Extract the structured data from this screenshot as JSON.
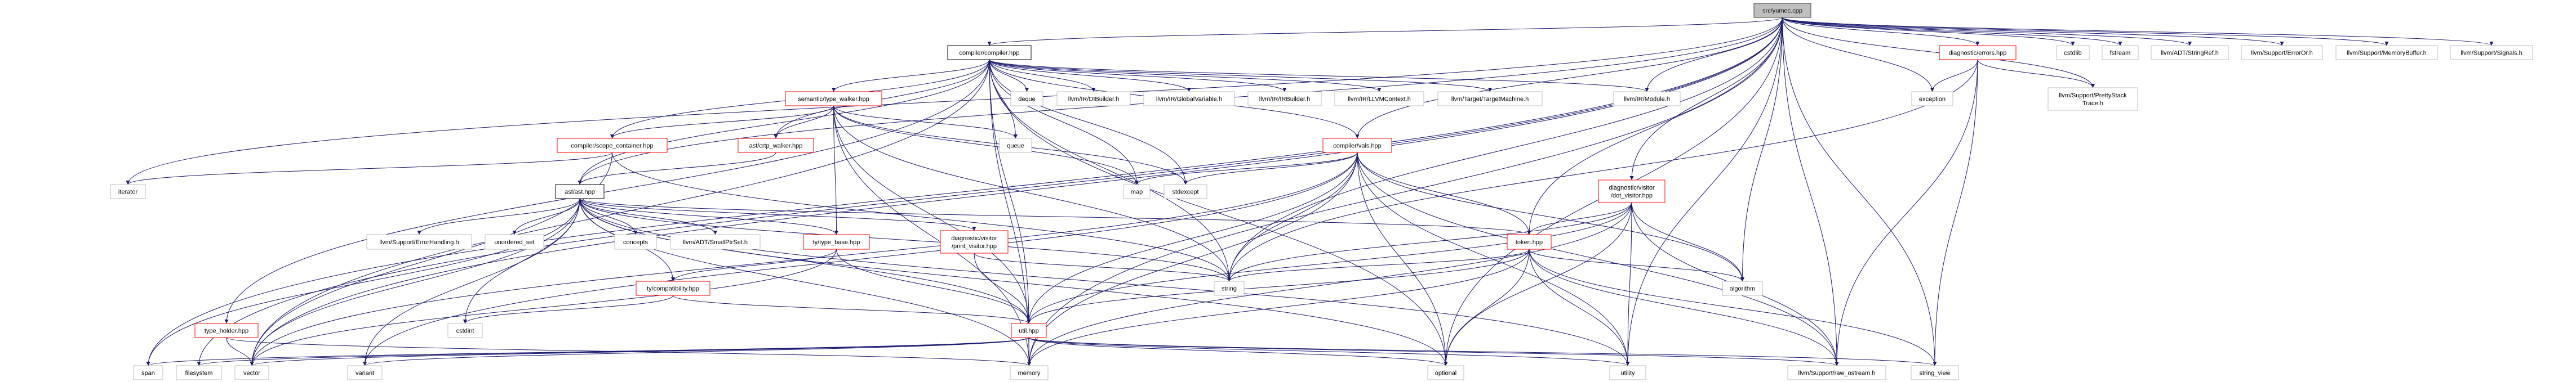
{
  "diagram": {
    "edge_color": "#191970",
    "nodes": [
      {
        "id": "yumec",
        "lines": [
          "src/yumec.cpp"
        ],
        "style": "root"
      },
      {
        "id": "compiler",
        "lines": [
          "compiler/compiler.hpp"
        ],
        "style": "main"
      },
      {
        "id": "errors",
        "lines": [
          "diagnostic/errors.hpp"
        ],
        "style": "red"
      },
      {
        "id": "cstdlib",
        "lines": [
          "cstdlib"
        ],
        "style": "plain"
      },
      {
        "id": "fstream",
        "lines": [
          "fstream"
        ],
        "style": "plain"
      },
      {
        "id": "stringref",
        "lines": [
          "llvm/ADT/StringRef.h"
        ],
        "style": "plain"
      },
      {
        "id": "erroror",
        "lines": [
          "llvm/Support/ErrorOr.h"
        ],
        "style": "plain"
      },
      {
        "id": "memorybuffer",
        "lines": [
          "llvm/Support/MemoryBuffer.h"
        ],
        "style": "plain"
      },
      {
        "id": "signals",
        "lines": [
          "llvm/Support/Signals.h"
        ],
        "style": "plain"
      },
      {
        "id": "type_walker",
        "lines": [
          "semantic/type_walker.hpp"
        ],
        "style": "red"
      },
      {
        "id": "deque",
        "lines": [
          "deque"
        ],
        "style": "plain"
      },
      {
        "id": "dibuilder",
        "lines": [
          "llvm/IR/DIBuilder.h"
        ],
        "style": "plain"
      },
      {
        "id": "globalvariable",
        "lines": [
          "llvm/IR/GlobalVariable.h"
        ],
        "style": "plain"
      },
      {
        "id": "irbuilder",
        "lines": [
          "llvm/IR/IRBuilder.h"
        ],
        "style": "plain"
      },
      {
        "id": "llvmcontext",
        "lines": [
          "llvm/IR/LLVMContext.h"
        ],
        "style": "plain"
      },
      {
        "id": "targetmachine",
        "lines": [
          "llvm/Target/TargetMachine.h"
        ],
        "style": "plain"
      },
      {
        "id": "module",
        "lines": [
          "llvm/IR/Module.h"
        ],
        "style": "plain"
      },
      {
        "id": "exception",
        "lines": [
          "exception"
        ],
        "style": "plain"
      },
      {
        "id": "prettystack",
        "lines": [
          "llvm/Support/PrettyStack",
          "Trace.h"
        ],
        "style": "plain"
      },
      {
        "id": "scope_container",
        "lines": [
          "compiler/scope_container.hpp"
        ],
        "style": "red"
      },
      {
        "id": "crtp_walker",
        "lines": [
          "ast/crtp_walker.hpp"
        ],
        "style": "red"
      },
      {
        "id": "queue",
        "lines": [
          "queue"
        ],
        "style": "plain"
      },
      {
        "id": "vals",
        "lines": [
          "compiler/vals.hpp"
        ],
        "style": "red"
      },
      {
        "id": "iterator",
        "lines": [
          "iterator"
        ],
        "style": "plain"
      },
      {
        "id": "ast",
        "lines": [
          "ast/ast.hpp"
        ],
        "style": "main"
      },
      {
        "id": "map",
        "lines": [
          "map"
        ],
        "style": "plain"
      },
      {
        "id": "stdexcept",
        "lines": [
          "stdexcept"
        ],
        "style": "plain"
      },
      {
        "id": "dot_visitor",
        "lines": [
          "diagnostic/visitor",
          "/dot_visitor.hpp"
        ],
        "style": "red"
      },
      {
        "id": "errorhandling",
        "lines": [
          "llvm/Support/ErrorHandling.h"
        ],
        "style": "plain"
      },
      {
        "id": "unordered_set",
        "lines": [
          "unordered_set"
        ],
        "style": "plain"
      },
      {
        "id": "concepts",
        "lines": [
          "concepts"
        ],
        "style": "plain"
      },
      {
        "id": "smallptrset",
        "lines": [
          "llvm/ADT/SmallPtrSet.h"
        ],
        "style": "plain"
      },
      {
        "id": "type_base",
        "lines": [
          "ty/type_base.hpp"
        ],
        "style": "red"
      },
      {
        "id": "print_visitor",
        "lines": [
          "diagnostic/visitor",
          "/print_visitor.hpp"
        ],
        "style": "red"
      },
      {
        "id": "token",
        "lines": [
          "token.hpp"
        ],
        "style": "red"
      },
      {
        "id": "compatibility",
        "lines": [
          "ty/compatibility.hpp"
        ],
        "style": "red"
      },
      {
        "id": "string",
        "lines": [
          "string"
        ],
        "style": "plain"
      },
      {
        "id": "algorithm",
        "lines": [
          "algorithm"
        ],
        "style": "plain"
      },
      {
        "id": "type_holder",
        "lines": [
          "type_holder.hpp"
        ],
        "style": "red"
      },
      {
        "id": "cstdint",
        "lines": [
          "cstdint"
        ],
        "style": "plain"
      },
      {
        "id": "util",
        "lines": [
          "util.hpp"
        ],
        "style": "red"
      },
      {
        "id": "span",
        "lines": [
          "span"
        ],
        "style": "plain"
      },
      {
        "id": "filesystem",
        "lines": [
          "filesystem"
        ],
        "style": "plain"
      },
      {
        "id": "vector",
        "lines": [
          "vector"
        ],
        "style": "plain"
      },
      {
        "id": "variant",
        "lines": [
          "variant"
        ],
        "style": "plain"
      },
      {
        "id": "memory",
        "lines": [
          "memory"
        ],
        "style": "plain"
      },
      {
        "id": "optional",
        "lines": [
          "optional"
        ],
        "style": "plain"
      },
      {
        "id": "utility",
        "lines": [
          "utility"
        ],
        "style": "plain"
      },
      {
        "id": "raw_ostream",
        "lines": [
          "llvm/Support/raw_ostream.h"
        ],
        "style": "plain"
      },
      {
        "id": "string_view",
        "lines": [
          "string_view"
        ],
        "style": "plain"
      }
    ],
    "edges": [
      [
        "yumec",
        "compiler"
      ],
      [
        "yumec",
        "errors"
      ],
      [
        "yumec",
        "cstdlib"
      ],
      [
        "yumec",
        "fstream"
      ],
      [
        "yumec",
        "stringref"
      ],
      [
        "yumec",
        "erroror"
      ],
      [
        "yumec",
        "memorybuffer"
      ],
      [
        "yumec",
        "signals"
      ],
      [
        "yumec",
        "prettystack"
      ],
      [
        "yumec",
        "exception"
      ],
      [
        "yumec",
        "raw_ostream"
      ],
      [
        "yumec",
        "string_view"
      ],
      [
        "yumec",
        "algorithm"
      ],
      [
        "yumec",
        "utility"
      ],
      [
        "yumec",
        "optional"
      ],
      [
        "yumec",
        "memory"
      ],
      [
        "yumec",
        "vector"
      ],
      [
        "yumec",
        "span"
      ],
      [
        "yumec",
        "filesystem"
      ],
      [
        "yumec",
        "iterator"
      ],
      [
        "yumec",
        "ast"
      ],
      [
        "yumec",
        "module"
      ],
      [
        "yumec",
        "token"
      ],
      [
        "yumec",
        "dot_visitor"
      ],
      [
        "yumec",
        "vals"
      ],
      [
        "yumec",
        "string"
      ],
      [
        "compiler",
        "type_walker"
      ],
      [
        "compiler",
        "scope_container"
      ],
      [
        "compiler",
        "crtp_walker"
      ],
      [
        "compiler",
        "deque"
      ],
      [
        "compiler",
        "dibuilder"
      ],
      [
        "compiler",
        "globalvariable"
      ],
      [
        "compiler",
        "irbuilder"
      ],
      [
        "compiler",
        "llvmcontext"
      ],
      [
        "compiler",
        "targetmachine"
      ],
      [
        "compiler",
        "module"
      ],
      [
        "compiler",
        "queue"
      ],
      [
        "compiler",
        "vals"
      ],
      [
        "compiler",
        "map"
      ],
      [
        "compiler",
        "stdexcept"
      ],
      [
        "compiler",
        "string"
      ],
      [
        "compiler",
        "util"
      ],
      [
        "compiler",
        "ast"
      ],
      [
        "compiler",
        "optional"
      ],
      [
        "compiler",
        "memory"
      ],
      [
        "compiler",
        "vector"
      ],
      [
        "compiler",
        "type_holder"
      ],
      [
        "type_walker",
        "scope_container"
      ],
      [
        "type_walker",
        "crtp_walker"
      ],
      [
        "type_walker",
        "type_base"
      ],
      [
        "type_walker",
        "queue"
      ],
      [
        "type_walker",
        "map"
      ],
      [
        "type_walker",
        "stdexcept"
      ],
      [
        "type_walker",
        "string"
      ],
      [
        "type_walker",
        "util"
      ],
      [
        "type_walker",
        "memory"
      ],
      [
        "scope_container",
        "iterator"
      ],
      [
        "scope_container",
        "vector"
      ],
      [
        "scope_container",
        "string"
      ],
      [
        "crtp_walker",
        "ast"
      ],
      [
        "vals",
        "map"
      ],
      [
        "vals",
        "stdexcept"
      ],
      [
        "vals",
        "string"
      ],
      [
        "vals",
        "token"
      ],
      [
        "vals",
        "util"
      ],
      [
        "vals",
        "memory"
      ],
      [
        "vals",
        "optional"
      ],
      [
        "vals",
        "utility"
      ],
      [
        "vals",
        "raw_ostream"
      ],
      [
        "vals",
        "algorithm"
      ],
      [
        "vals",
        "variant"
      ],
      [
        "vals",
        "vector"
      ],
      [
        "ast",
        "errorhandling"
      ],
      [
        "ast",
        "unordered_set"
      ],
      [
        "ast",
        "concepts"
      ],
      [
        "ast",
        "smallptrset"
      ],
      [
        "ast",
        "type_base"
      ],
      [
        "ast",
        "compatibility"
      ],
      [
        "ast",
        "cstdint"
      ],
      [
        "ast",
        "span"
      ],
      [
        "ast",
        "vector"
      ],
      [
        "ast",
        "variant"
      ],
      [
        "ast",
        "memory"
      ],
      [
        "ast",
        "util"
      ],
      [
        "ast",
        "string"
      ],
      [
        "ast",
        "token"
      ],
      [
        "ast",
        "print_visitor"
      ],
      [
        "ast",
        "optional"
      ],
      [
        "ast",
        "utility"
      ],
      [
        "type_base",
        "compatibility"
      ],
      [
        "type_base",
        "util"
      ],
      [
        "type_base",
        "vector"
      ],
      [
        "compatibility",
        "cstdint"
      ],
      [
        "compatibility",
        "util"
      ],
      [
        "type_holder",
        "vector"
      ],
      [
        "type_holder",
        "memory"
      ],
      [
        "print_visitor",
        "util"
      ],
      [
        "print_visitor",
        "string"
      ],
      [
        "dot_visitor",
        "token"
      ],
      [
        "dot_visitor",
        "util"
      ],
      [
        "dot_visitor",
        "string"
      ],
      [
        "dot_visitor",
        "utility"
      ],
      [
        "dot_visitor",
        "optional"
      ],
      [
        "dot_visitor",
        "memory"
      ],
      [
        "dot_visitor",
        "raw_ostream"
      ],
      [
        "dot_visitor",
        "algorithm"
      ],
      [
        "token",
        "util"
      ],
      [
        "token",
        "string"
      ],
      [
        "token",
        "optional"
      ],
      [
        "token",
        "utility"
      ],
      [
        "token",
        "algorithm"
      ],
      [
        "token",
        "string_view"
      ],
      [
        "token",
        "raw_ostream"
      ],
      [
        "token",
        "memory"
      ],
      [
        "util",
        "memory"
      ],
      [
        "util",
        "vector"
      ],
      [
        "util",
        "span"
      ],
      [
        "util",
        "filesystem"
      ],
      [
        "util",
        "variant"
      ],
      [
        "util",
        "optional"
      ],
      [
        "util",
        "utility"
      ],
      [
        "util",
        "raw_ostream"
      ],
      [
        "util",
        "string_view"
      ],
      [
        "errors",
        "exception"
      ],
      [
        "errors",
        "prettystack"
      ],
      [
        "errors",
        "raw_ostream"
      ],
      [
        "errors",
        "string_view"
      ],
      [
        "errors",
        "string"
      ]
    ]
  }
}
